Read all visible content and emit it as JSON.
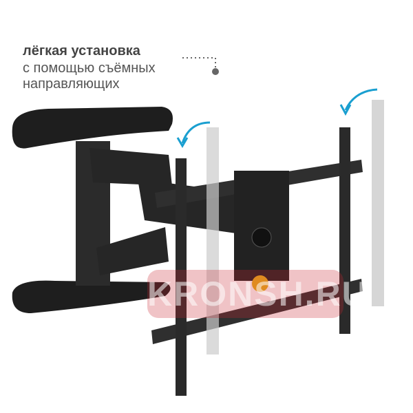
{
  "caption": {
    "title": "лёгкая установка",
    "line2": "с помощью съёмных",
    "line3": "направляющих"
  },
  "watermark": "KRONSH.RU",
  "colors": {
    "text": "#555555",
    "arrow": "#1a9fd0",
    "metal": "#2a2a2a",
    "rail_ghost": "#c8c8c8",
    "watermark": "#c82832"
  },
  "icons": [
    "dotted-leader-icon",
    "curved-arrow-icon"
  ]
}
